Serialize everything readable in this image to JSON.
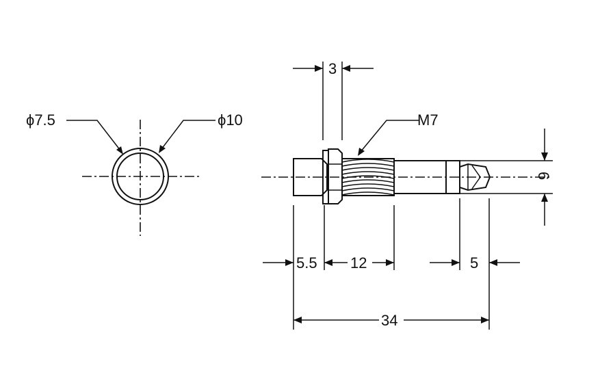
{
  "labels": {
    "inner_diameter": "ϕ7.5",
    "outer_diameter": "ϕ10",
    "nut_thickness": "3",
    "thread_spec": "M7",
    "body_diameter": "6",
    "head_length": "5.5",
    "thread_length": "12",
    "terminal_length": "5",
    "total_length": "34"
  },
  "colors": {
    "line": "#111111",
    "background": "#ffffff"
  }
}
